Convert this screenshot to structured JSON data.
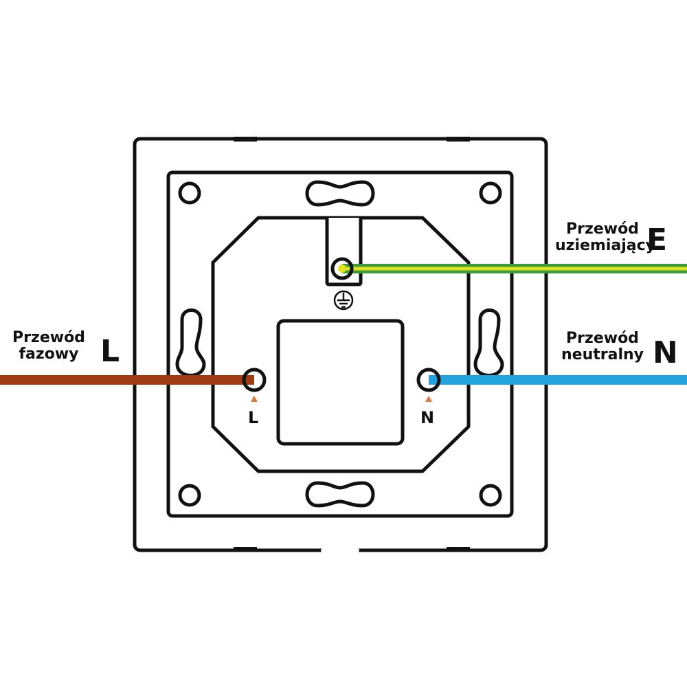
{
  "labels": {
    "phase": {
      "line1": "Przewód",
      "line2": "fazowy",
      "letter": "L"
    },
    "earth": {
      "line1": "Przewód",
      "line2": "uziemiający",
      "letter": "E"
    },
    "neutral": {
      "line1": "Przewód",
      "line2": "neutralny",
      "letter": "N"
    }
  },
  "terminals": {
    "left": "L",
    "right": "N"
  },
  "colors": {
    "phase_wire": "#9e3a14",
    "neutral_wire": "#23a3dd",
    "earth_wire_green": "#3f9a3c",
    "earth_wire_yellow": "#e2e31b",
    "outline": "#111111",
    "terminal_marker": "#e07a3a"
  }
}
